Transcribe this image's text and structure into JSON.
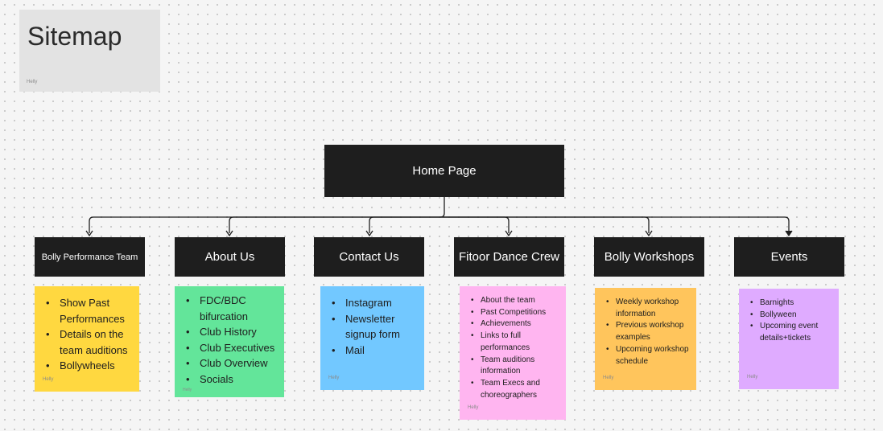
{
  "title_card": {
    "title": "Sitemap",
    "author": "Helly"
  },
  "home": {
    "label": "Home Page"
  },
  "sections": [
    {
      "label": "Bolly Performance Team",
      "items": [
        "Show Past Performances",
        "Details on the team auditions",
        "Bollywheels"
      ],
      "author": "Helly",
      "color": "#ffd840"
    },
    {
      "label": "About Us",
      "items": [
        "FDC/BDC bifurcation",
        "Club History",
        "Club Executives",
        "Club Overview",
        "Socials"
      ],
      "author": "Helly",
      "color": "#63e59a"
    },
    {
      "label": "Contact Us",
      "items": [
        "Instagram",
        "Newsletter signup form",
        "Mail"
      ],
      "author": "Helly",
      "color": "#72c8ff"
    },
    {
      "label": "Fitoor Dance Crew",
      "items": [
        "About the team",
        "Past Competitions",
        "Achievements",
        "Links to full performances",
        "Team auditions information",
        "Team Execs and choreographers"
      ],
      "author": "Helly",
      "color": "#ffb5f0"
    },
    {
      "label": "Bolly Workshops",
      "items": [
        "Weekly workshop information",
        "Previous workshop examples",
        "Upcoming workshop schedule"
      ],
      "author": "Helly",
      "color": "#ffc55c"
    },
    {
      "label": "Events",
      "items": [
        "Barnights",
        "Bollyween",
        "Upcoming event details+tickets"
      ],
      "author": "Helly",
      "color": "#dfabff"
    }
  ]
}
